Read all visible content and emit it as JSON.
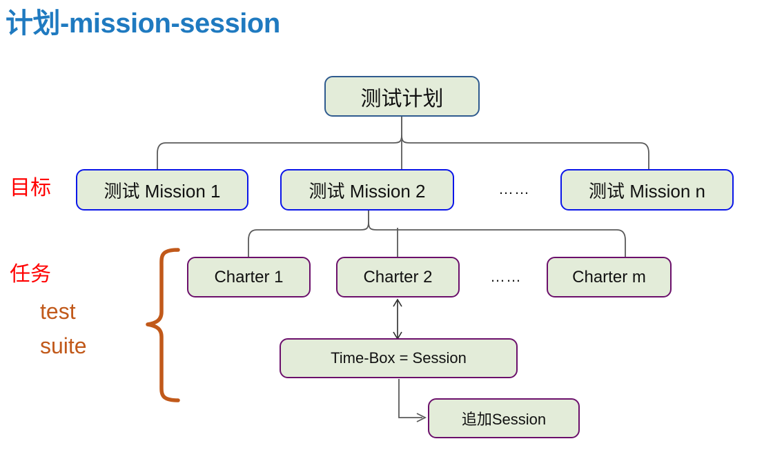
{
  "title": "计划-mission-session",
  "colors": {
    "title_blue": "#1f7ac0",
    "node_fill": "#e3ecd9",
    "plan_border": "#2e5a8e",
    "mission_border": "#0a15e8",
    "charter_border": "#6b0f6b",
    "label_red": "#ff0000",
    "brace_orange": "#c1591a",
    "connector_gray": "#595959"
  },
  "side_labels": {
    "goal": "目标",
    "task": "任务",
    "test": "test",
    "suite": "suite"
  },
  "nodes": {
    "plan": "测试计划",
    "mission_1": "测试 Mission 1",
    "mission_2": "测试 Mission 2",
    "mission_n": "测试 Mission n",
    "charter_1": "Charter 1",
    "charter_2": "Charter 2",
    "charter_m": "Charter m",
    "timebox": "Time-Box = Session",
    "extra_session": "追加Session"
  },
  "ellipses": {
    "mission_row": "……",
    "charter_row": "……"
  },
  "diagram": {
    "type": "hierarchy-tree",
    "levels": [
      {
        "name": "plan",
        "label": "测试计划",
        "members": [
          "测试计划"
        ]
      },
      {
        "name": "mission",
        "label": "目标",
        "members": [
          "测试 Mission 1",
          "测试 Mission 2",
          "测试 Mission n"
        ]
      },
      {
        "name": "charter",
        "label": "任务 / test suite",
        "members": [
          "Charter 1",
          "Charter 2",
          "Charter m"
        ]
      },
      {
        "name": "session",
        "label": "",
        "members": [
          "Time-Box = Session",
          "追加Session"
        ]
      }
    ],
    "edges": [
      {
        "from": "测试计划",
        "to": "测试 Mission 1",
        "style": "tree"
      },
      {
        "from": "测试计划",
        "to": "测试 Mission 2",
        "style": "tree"
      },
      {
        "from": "测试计划",
        "to": "测试 Mission n",
        "style": "tree"
      },
      {
        "from": "测试 Mission 2",
        "to": "Charter 1",
        "style": "tree"
      },
      {
        "from": "测试 Mission 2",
        "to": "Charter 2",
        "style": "tree"
      },
      {
        "from": "测试 Mission 2",
        "to": "Charter m",
        "style": "tree"
      },
      {
        "from": "Charter 2",
        "to": "Time-Box = Session",
        "style": "double-arrow"
      },
      {
        "from": "Time-Box = Session",
        "to": "追加Session",
        "style": "elbow-arrow"
      }
    ]
  }
}
